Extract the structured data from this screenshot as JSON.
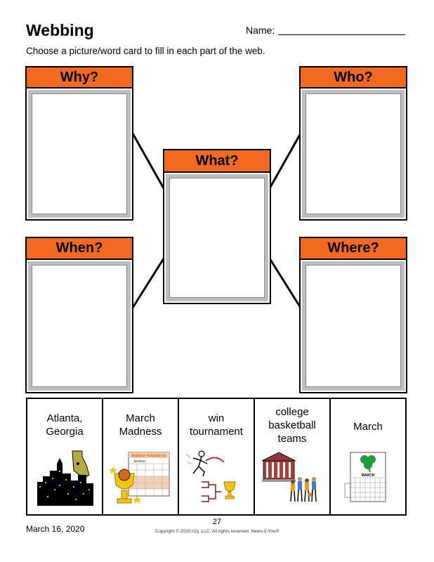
{
  "header": {
    "title": "Webbing",
    "name_label": "Name:",
    "instructions": "Choose a picture/word card to fill in each part of the web."
  },
  "web": {
    "why": "Why?",
    "who": "Who?",
    "what": "What?",
    "when": "When?",
    "where": "Where?"
  },
  "cards": [
    {
      "label_lines": [
        "Atlanta,",
        "Georgia"
      ],
      "icon": "atlanta-skyline-georgia-map-icon"
    },
    {
      "label_lines": [
        "March",
        "Madness"
      ],
      "icon": "march-madness-calendar-trophy-icon",
      "pic_text": "MARCH MADNESS",
      "pic_subtext": "MARCH"
    },
    {
      "label_lines": [
        "win",
        "tournament"
      ],
      "icon": "runner-bracket-trophy-icon"
    },
    {
      "label_lines": [
        "college",
        "basketball",
        "teams"
      ],
      "icon": "college-building-players-icon"
    },
    {
      "label_lines": [
        "March"
      ],
      "icon": "march-calendar-shamrock-icon",
      "pic_subtext": "MARCH"
    }
  ],
  "footer": {
    "date": "March 16, 2020",
    "page": "27",
    "copyright": "Copyright © 2020 n2y, LLC. All rights reserved. News-2-You®"
  },
  "colors": {
    "header_orange": "#f26a22",
    "frame_gray": "#bdbdbd"
  }
}
